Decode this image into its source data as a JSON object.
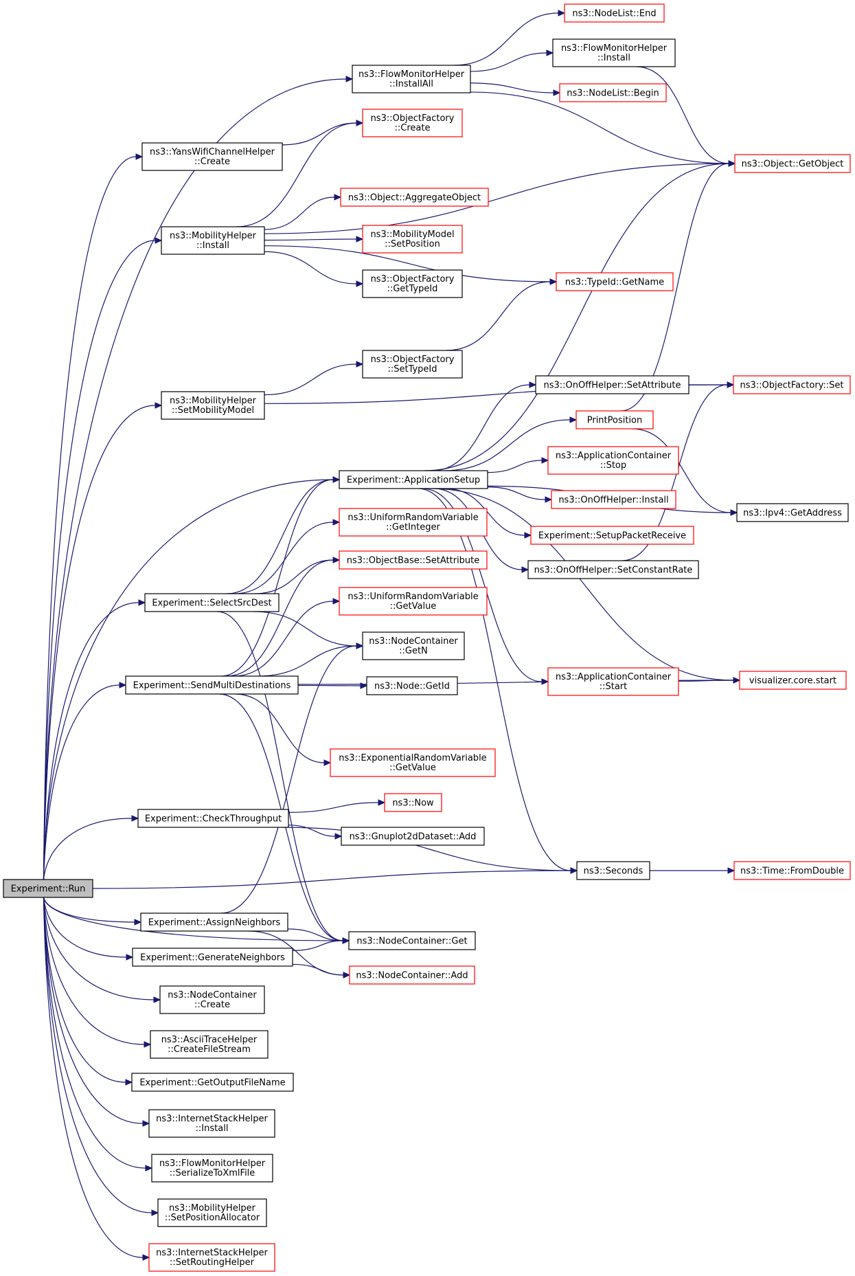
{
  "nodes": {
    "run": [
      "Experiment::Run"
    ],
    "fmh_installall": [
      "ns3::FlowMonitorHelper",
      "::InstallAll"
    ],
    "nodelist_end": [
      "ns3::NodeList::End"
    ],
    "fmh_install": [
      "ns3::FlowMonitorHelper",
      "::Install"
    ],
    "nodelist_begin": [
      "ns3::NodeList::Begin"
    ],
    "of_create": [
      "ns3::ObjectFactory",
      "::Create"
    ],
    "yans_create": [
      "ns3::YansWifiChannelHelper",
      "::Create"
    ],
    "obj_getobject": [
      "ns3::Object::GetObject"
    ],
    "obj_aggregate": [
      "ns3::Object::AggregateObject"
    ],
    "mh_install": [
      "ns3::MobilityHelper",
      "::Install"
    ],
    "mm_setposition": [
      "ns3::MobilityModel",
      "::SetPosition"
    ],
    "of_gettypeid": [
      "ns3::ObjectFactory",
      "::GetTypeId"
    ],
    "typeid_getname": [
      "ns3::TypeId::GetName"
    ],
    "of_settypeid": [
      "ns3::ObjectFactory",
      "::SetTypeId"
    ],
    "mh_setmobilitymodel": [
      "ns3::MobilityHelper",
      "::SetMobilityModel"
    ],
    "onoff_setattribute": [
      "ns3::OnOffHelper::SetAttribute"
    ],
    "of_set": [
      "ns3::ObjectFactory::Set"
    ],
    "printposition": [
      "PrintPosition"
    ],
    "ac_stop": [
      "ns3::ApplicationContainer",
      "::Stop"
    ],
    "appsetup": [
      "Experiment::ApplicationSetup"
    ],
    "onoff_install": [
      "ns3::OnOffHelper::Install"
    ],
    "ipv4_getaddress": [
      "ns3::Ipv4::GetAddress"
    ],
    "urv_getinteger": [
      "ns3::UniformRandomVariable",
      "::GetInteger"
    ],
    "setuppacketreceive": [
      "Experiment::SetupPacketReceive"
    ],
    "ob_setattribute": [
      "ns3::ObjectBase::SetAttribute"
    ],
    "onoff_setconstantrate": [
      "ns3::OnOffHelper::SetConstantRate"
    ],
    "selectsrcdest": [
      "Experiment::SelectSrcDest"
    ],
    "urv_getvalue": [
      "ns3::UniformRandomVariable",
      "::GetValue"
    ],
    "nc_getn": [
      "ns3::NodeContainer",
      "::GetN"
    ],
    "ac_start": [
      "ns3::ApplicationContainer",
      "::Start"
    ],
    "visualizer_start": [
      "visualizer.core.start"
    ],
    "sendmulti": [
      "Experiment::SendMultiDestinations"
    ],
    "node_getid": [
      "ns3::Node::GetId"
    ],
    "erv_getvalue": [
      "ns3::ExponentialRandomVariable",
      "::GetValue"
    ],
    "now": [
      "ns3::Now"
    ],
    "checkthroughput": [
      "Experiment::CheckThroughput"
    ],
    "gnuplot_add": [
      "ns3::Gnuplot2dDataset::Add"
    ],
    "seconds": [
      "ns3::Seconds"
    ],
    "time_fromdouble": [
      "ns3::Time::FromDouble"
    ],
    "assignneighbors": [
      "Experiment::AssignNeighbors"
    ],
    "nc_get": [
      "ns3::NodeContainer::Get"
    ],
    "generateneighbors": [
      "Experiment::GenerateNeighbors"
    ],
    "nc_add": [
      "ns3::NodeContainer::Add"
    ],
    "nc_create": [
      "ns3::NodeContainer",
      "::Create"
    ],
    "ascii_createfilestream": [
      "ns3::AsciiTraceHelper",
      "::CreateFileStream"
    ],
    "getoutputfilename": [
      "Experiment::GetOutputFileName"
    ],
    "ish_install": [
      "ns3::InternetStackHelper",
      "::Install"
    ],
    "fmh_serialize": [
      "ns3::FlowMonitorHelper",
      "::SerializeToXmlFile"
    ],
    "mh_setpositionallocator": [
      "ns3::MobilityHelper",
      "::SetPositionAllocator"
    ],
    "ish_setroutinghelper": [
      "ns3::InternetStackHelper",
      "::SetRoutingHelper"
    ]
  },
  "colors": {
    "edge": "#191970",
    "incomplete_border": "#ff0000",
    "normal_border": "#000000",
    "root_fill": "#bfbfbf"
  },
  "edges": [
    [
      "run",
      "fmh_installall"
    ],
    [
      "run",
      "yans_create"
    ],
    [
      "run",
      "mh_install"
    ],
    [
      "run",
      "mh_setmobilitymodel"
    ],
    [
      "run",
      "appsetup"
    ],
    [
      "run",
      "selectsrcdest"
    ],
    [
      "run",
      "sendmulti"
    ],
    [
      "run",
      "checkthroughput"
    ],
    [
      "run",
      "seconds"
    ],
    [
      "run",
      "assignneighbors"
    ],
    [
      "run",
      "nc_get"
    ],
    [
      "run",
      "generateneighbors"
    ],
    [
      "run",
      "nc_create"
    ],
    [
      "run",
      "ascii_createfilestream"
    ],
    [
      "run",
      "getoutputfilename"
    ],
    [
      "run",
      "ish_install"
    ],
    [
      "run",
      "fmh_serialize"
    ],
    [
      "run",
      "mh_setpositionallocator"
    ],
    [
      "run",
      "ish_setroutinghelper"
    ],
    [
      "fmh_installall",
      "nodelist_end"
    ],
    [
      "fmh_installall",
      "fmh_install"
    ],
    [
      "fmh_installall",
      "nodelist_begin"
    ],
    [
      "fmh_installall",
      "obj_getobject"
    ],
    [
      "fmh_install",
      "obj_getobject"
    ],
    [
      "yans_create",
      "of_create"
    ],
    [
      "mh_install",
      "of_create"
    ],
    [
      "mh_install",
      "obj_getobject"
    ],
    [
      "mh_install",
      "obj_aggregate"
    ],
    [
      "mh_install",
      "mm_setposition"
    ],
    [
      "mh_install",
      "of_gettypeid"
    ],
    [
      "mh_install",
      "typeid_getname"
    ],
    [
      "of_settypeid",
      "typeid_getname"
    ],
    [
      "mh_setmobilitymodel",
      "of_settypeid"
    ],
    [
      "mh_setmobilitymodel",
      "of_set"
    ],
    [
      "onoff_setattribute",
      "of_set"
    ],
    [
      "printposition",
      "obj_getobject"
    ],
    [
      "printposition",
      "ipv4_getaddress"
    ],
    [
      "appsetup",
      "obj_getobject"
    ],
    [
      "appsetup",
      "onoff_setattribute"
    ],
    [
      "appsetup",
      "printposition"
    ],
    [
      "appsetup",
      "ac_stop"
    ],
    [
      "appsetup",
      "onoff_install"
    ],
    [
      "appsetup",
      "setuppacketreceive"
    ],
    [
      "appsetup",
      "onoff_setconstantrate"
    ],
    [
      "appsetup",
      "ipv4_getaddress"
    ],
    [
      "appsetup",
      "visualizer_start"
    ],
    [
      "appsetup",
      "ac_start"
    ],
    [
      "appsetup",
      "seconds"
    ],
    [
      "onoff_setconstantrate",
      "of_set"
    ],
    [
      "ac_start",
      "visualizer_start"
    ],
    [
      "selectsrcdest",
      "urv_getinteger"
    ],
    [
      "selectsrcdest",
      "ob_setattribute"
    ],
    [
      "selectsrcdest",
      "appsetup"
    ],
    [
      "selectsrcdest",
      "nc_getn"
    ],
    [
      "selectsrcdest",
      "nc_get"
    ],
    [
      "sendmulti",
      "appsetup"
    ],
    [
      "sendmulti",
      "ob_setattribute"
    ],
    [
      "sendmulti",
      "urv_getvalue"
    ],
    [
      "sendmulti",
      "nc_getn"
    ],
    [
      "sendmulti",
      "node_getid"
    ],
    [
      "sendmulti",
      "visualizer_start"
    ],
    [
      "sendmulti",
      "erv_getvalue"
    ],
    [
      "sendmulti",
      "nc_get"
    ],
    [
      "checkthroughput",
      "now"
    ],
    [
      "checkthroughput",
      "gnuplot_add"
    ],
    [
      "checkthroughput",
      "seconds"
    ],
    [
      "seconds",
      "time_fromdouble"
    ],
    [
      "assignneighbors",
      "nc_getn"
    ],
    [
      "assignneighbors",
      "nc_get"
    ],
    [
      "assignneighbors",
      "nc_add"
    ],
    [
      "generateneighbors",
      "nc_get"
    ],
    [
      "generateneighbors",
      "nc_add"
    ]
  ]
}
